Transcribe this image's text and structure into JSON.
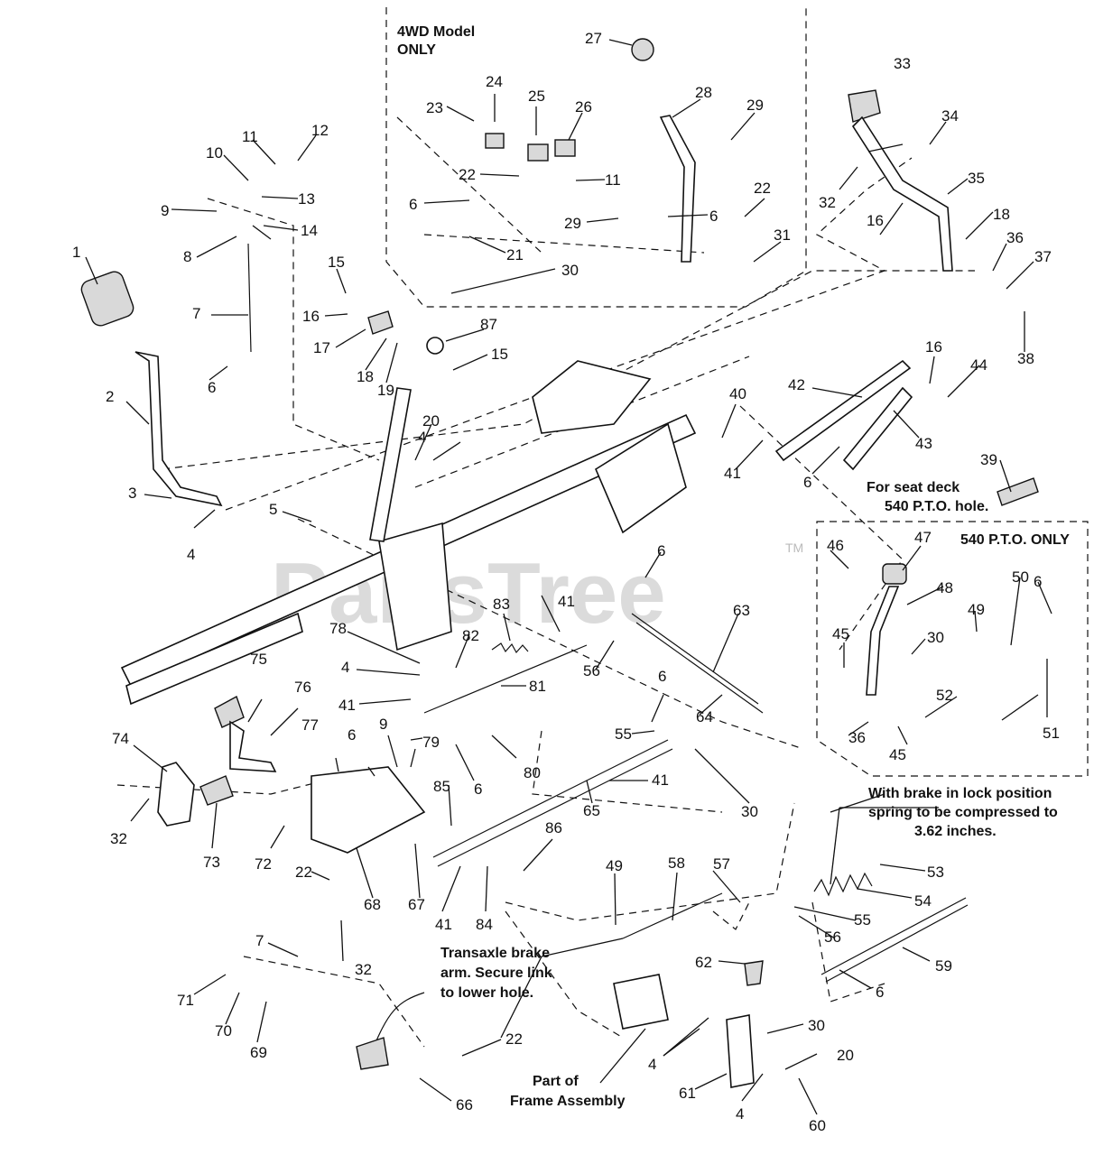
{
  "watermark": "PartsTree",
  "watermark_tm": "TM",
  "boxes": {
    "fourwd_title_1": "4WD Model",
    "fourwd_title_2": "ONLY",
    "pto_title": "540 P.T.O. ONLY"
  },
  "notes": {
    "seat_deck_1": "For seat deck",
    "seat_deck_2": "540 P.T.O. hole.",
    "brake_spring_1": "With brake in lock position",
    "brake_spring_2": "spring to be compressed to",
    "brake_spring_3": "3.62 inches.",
    "transaxle_1": "Transaxle brake",
    "transaxle_2": "arm. Secure link",
    "transaxle_3": "to lower hole.",
    "frame_1": "Part of",
    "frame_2": "Frame Assembly"
  },
  "callouts": [
    "1",
    "2",
    "3",
    "4",
    "4",
    "4",
    "5",
    "6",
    "6",
    "6",
    "6",
    "6",
    "6",
    "6",
    "6",
    "6",
    "6",
    "7",
    "7",
    "8",
    "9",
    "9",
    "10",
    "11",
    "11",
    "12",
    "13",
    "14",
    "15",
    "15",
    "16",
    "16",
    "16",
    "17",
    "18",
    "18",
    "19",
    "20",
    "20",
    "21",
    "22",
    "22",
    "22",
    "22",
    "23",
    "24",
    "25",
    "26",
    "27",
    "28",
    "29",
    "29",
    "30",
    "30",
    "30",
    "30",
    "31",
    "32",
    "32",
    "32",
    "33",
    "34",
    "35",
    "36",
    "36",
    "37",
    "38",
    "39",
    "40",
    "41",
    "41",
    "41",
    "41",
    "41",
    "42",
    "43",
    "44",
    "45",
    "45",
    "46",
    "47",
    "48",
    "49",
    "49",
    "50",
    "51",
    "52",
    "53",
    "54",
    "55",
    "55",
    "56",
    "56",
    "57",
    "58",
    "59",
    "60",
    "61",
    "62",
    "63",
    "64",
    "65",
    "66",
    "67",
    "68",
    "69",
    "70",
    "71",
    "72",
    "73",
    "74",
    "75",
    "76",
    "77",
    "78",
    "79",
    "80",
    "81",
    "82",
    "83",
    "84",
    "85",
    "86",
    "87",
    "4",
    "4"
  ]
}
